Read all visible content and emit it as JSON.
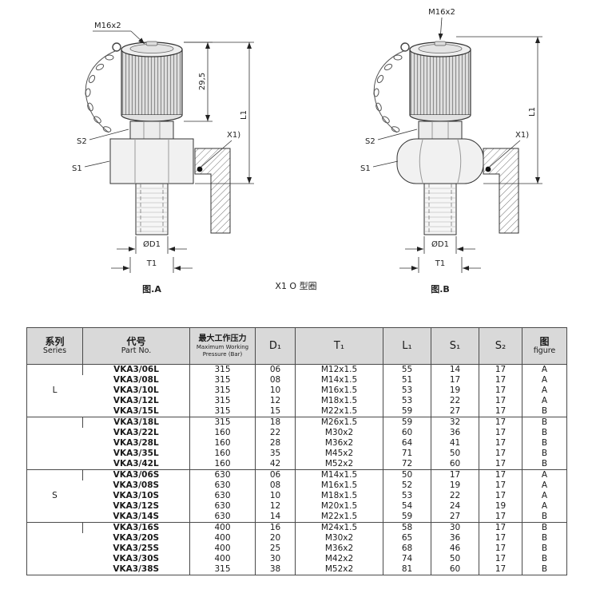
{
  "figures": {
    "note": "X1 O 型圈",
    "figA": {
      "caption": "图.A",
      "labels": {
        "thread": "M16x2",
        "cap_height": "29,5",
        "l1": "L1",
        "s2": "S2",
        "s1": "S1",
        "x1": "X1)",
        "d1": "ØD1",
        "t1": "T1"
      }
    },
    "figB": {
      "caption": "图.B",
      "labels": {
        "thread": "M16x2",
        "l1": "L1",
        "s2": "S2",
        "s1": "S1",
        "x1": "X1)",
        "d1": "ØD1",
        "t1": "T1"
      }
    }
  },
  "table": {
    "headers": {
      "series_zh": "系列",
      "series_en": "Series",
      "part_zh": "代号",
      "part_en": "Part No.",
      "pressure_zh": "最大工作压力",
      "pressure_en1": "Maximum Working",
      "pressure_en2": "Pressure (Bar)",
      "d1": "D₁",
      "t1": "T₁",
      "l1": "L₁",
      "s1": "S₁",
      "s2": "S₂",
      "fig_zh": "图",
      "fig_en": "figure"
    },
    "groups": [
      {
        "series": "L",
        "blocks": [
          [
            [
              "VKA3/06L",
              "315",
              "06",
              "M12x1.5",
              "55",
              "14",
              "17",
              "A"
            ],
            [
              "VKA3/08L",
              "315",
              "08",
              "M14x1.5",
              "51",
              "17",
              "17",
              "A"
            ],
            [
              "VKA3/10L",
              "315",
              "10",
              "M16x1.5",
              "53",
              "19",
              "17",
              "A"
            ],
            [
              "VKA3/12L",
              "315",
              "12",
              "M18x1.5",
              "53",
              "22",
              "17",
              "A"
            ],
            [
              "VKA3/15L",
              "315",
              "15",
              "M22x1.5",
              "59",
              "27",
              "17",
              "B"
            ]
          ],
          [
            [
              "VKA3/18L",
              "315",
              "18",
              "M26x1.5",
              "59",
              "32",
              "17",
              "B"
            ],
            [
              "VKA3/22L",
              "160",
              "22",
              "M30x2",
              "60",
              "36",
              "17",
              "B"
            ],
            [
              "VKA3/28L",
              "160",
              "28",
              "M36x2",
              "64",
              "41",
              "17",
              "B"
            ],
            [
              "VKA3/35L",
              "160",
              "35",
              "M45x2",
              "71",
              "50",
              "17",
              "B"
            ],
            [
              "VKA3/42L",
              "160",
              "42",
              "M52x2",
              "72",
              "60",
              "17",
              "B"
            ]
          ]
        ]
      },
      {
        "series": "S",
        "blocks": [
          [
            [
              "VKA3/06S",
              "630",
              "06",
              "M14x1.5",
              "50",
              "17",
              "17",
              "A"
            ],
            [
              "VKA3/08S",
              "630",
              "08",
              "M16x1.5",
              "52",
              "19",
              "17",
              "A"
            ],
            [
              "VKA3/10S",
              "630",
              "10",
              "M18x1.5",
              "53",
              "22",
              "17",
              "A"
            ],
            [
              "VKA3/12S",
              "630",
              "12",
              "M20x1.5",
              "54",
              "24",
              "19",
              "A"
            ],
            [
              "VKA3/14S",
              "630",
              "14",
              "M22x1.5",
              "59",
              "27",
              "17",
              "B"
            ]
          ],
          [
            [
              "VKA3/16S",
              "400",
              "16",
              "M24x1.5",
              "58",
              "30",
              "17",
              "B"
            ],
            [
              "VKA3/20S",
              "400",
              "20",
              "M30x2",
              "65",
              "36",
              "17",
              "B"
            ],
            [
              "VKA3/25S",
              "400",
              "25",
              "M36x2",
              "68",
              "46",
              "17",
              "B"
            ],
            [
              "VKA3/30S",
              "400",
              "30",
              "M42x2",
              "74",
              "50",
              "17",
              "B"
            ],
            [
              "VKA3/38S",
              "315",
              "38",
              "M52x2",
              "81",
              "60",
              "17",
              "B"
            ]
          ]
        ]
      }
    ]
  },
  "colors": {
    "header_bg": "#d9d9d9",
    "line": "#4a4a4a"
  }
}
